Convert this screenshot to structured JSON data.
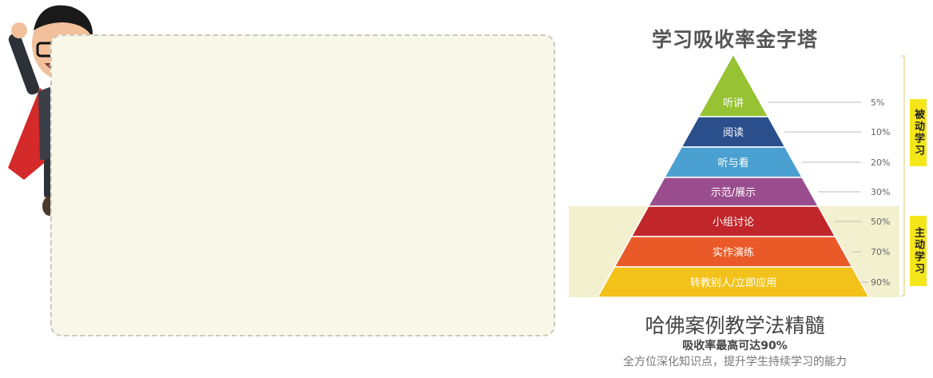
{
  "pyramid": {
    "title": "学习吸收率金字塔",
    "levels": [
      {
        "label": "听讲",
        "rate": "5%",
        "color": "#96c234"
      },
      {
        "label": "阅读",
        "rate": "10%",
        "color": "#2b4f8c"
      },
      {
        "label": "听与看",
        "rate": "20%",
        "color": "#4aa0d0"
      },
      {
        "label": "示范/展示",
        "rate": "30%",
        "color": "#9a4d8e"
      },
      {
        "label": "小组讨论",
        "rate": "50%",
        "color": "#c0262a"
      },
      {
        "label": "实作演练",
        "rate": "70%",
        "color": "#ea5a28"
      },
      {
        "label": "转教别人/立即应用",
        "rate": "90%",
        "color": "#f2c21a"
      }
    ],
    "passive_label": "被动学习",
    "active_label": "主动学习",
    "colors": {
      "tag": "#f5e61a",
      "active_band": "#f3f0cf",
      "leader": "#bbbbbb"
    }
  },
  "caption": {
    "title": "哈佛案例教学法精髓",
    "subtitle": "吸收率最高可达90%",
    "note": "全方位深化知识点，提升学生持续学习的能力"
  }
}
